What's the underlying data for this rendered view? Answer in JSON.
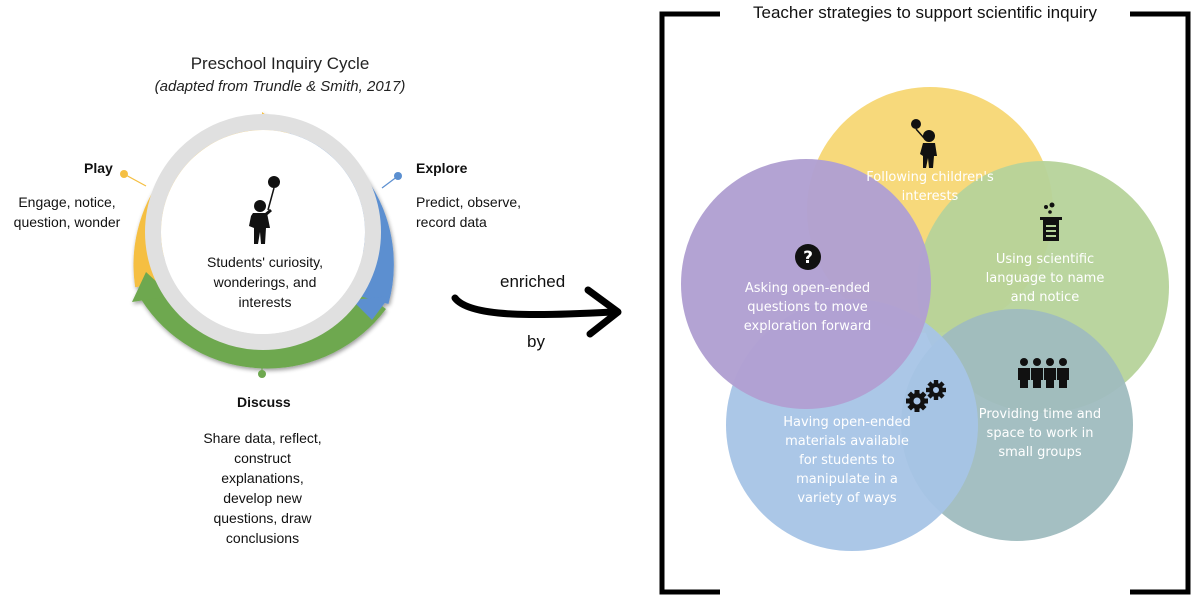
{
  "cycle": {
    "title": "Preschool Inquiry Cycle",
    "subtitle": "(adapted from Trundle & Smith, 2017)",
    "center": "Students' curiosity,\nwonderings, and\ninterests",
    "stages": {
      "play": {
        "name": "Play",
        "desc": "Engage, notice,\nquestion, wonder",
        "color": "#f5bf42"
      },
      "explore": {
        "name": "Explore",
        "desc": "Predict, observe,\nrecord data",
        "color": "#5b8fd0"
      },
      "discuss": {
        "name": "Discuss",
        "desc": "Share data, reflect,\nconstruct\nexplanations,\ndevelop new\nquestions, draw\nconclusions",
        "color": "#6ea84f"
      }
    }
  },
  "connector": {
    "top": "enriched",
    "bottom": "by"
  },
  "strategies": {
    "title": "Teacher strategies to support scientific inquiry",
    "items": [
      {
        "text": "Following children's\ninterests",
        "icon": "child-balloon-icon",
        "color": "#f7d774"
      },
      {
        "text": "Using scientific\nlanguage to name\nand notice",
        "icon": "beaker-icon",
        "color": "#b6d39a"
      },
      {
        "text": "Providing time and\nspace to work in\nsmall groups",
        "icon": "group-of-people-icon",
        "color": "#9fbcbf"
      },
      {
        "text": "Having open-ended\nmaterials available\nfor students to\nmanipulate in a\nvariety of ways",
        "icon": "gears-icon",
        "color": "#a7c4e6"
      },
      {
        "text": "Asking open-ended\nquestions to move\nexploration forward",
        "icon": "question-mark-icon",
        "color": "#b1a0d2"
      }
    ]
  }
}
